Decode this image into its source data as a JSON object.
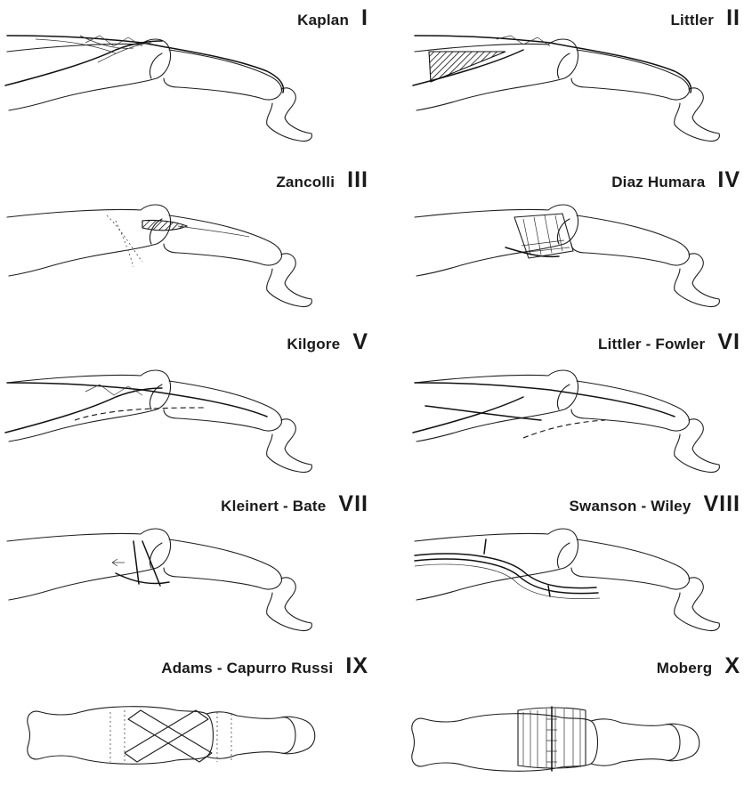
{
  "procedures": [
    {
      "id": "kaplan",
      "name": "Kaplan",
      "numeral": "I"
    },
    {
      "id": "littler",
      "name": "Littler",
      "numeral": "II"
    },
    {
      "id": "zancolli",
      "name": "Zancolli",
      "numeral": "III"
    },
    {
      "id": "diaz-humara",
      "name": "Diaz Humara",
      "numeral": "IV"
    },
    {
      "id": "kilgore",
      "name": "Kilgore",
      "numeral": "V"
    },
    {
      "id": "littler-fowler",
      "name": "Littler - Fowler",
      "numeral": "VI"
    },
    {
      "id": "kleinert-bate",
      "name": "Kleinert - Bate",
      "numeral": "VII"
    },
    {
      "id": "swanson-wiley",
      "name": "Swanson - Wiley",
      "numeral": "VIII"
    },
    {
      "id": "adams-capurro-russi",
      "name": "Adams - Capurro Russi",
      "numeral": "IX"
    },
    {
      "id": "moberg",
      "name": "Moberg",
      "numeral": "X"
    }
  ]
}
